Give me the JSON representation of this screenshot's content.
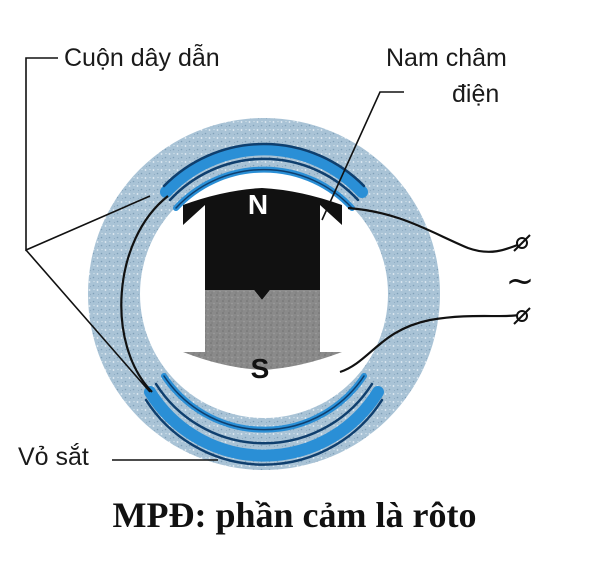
{
  "labels": {
    "coil": "Cuộn dây dẫn",
    "electromagnet_line1": "Nam châm",
    "electromagnet_line2": "điện",
    "shell": "Vỏ sắt",
    "pole_north": "N",
    "pole_south": "S",
    "ac_symbol": "~"
  },
  "caption": "MPĐ: phần cảm là rôto",
  "colors": {
    "shell": "#a9c3d6",
    "coil": "#2a8fd6",
    "magnet_north": "#111111",
    "magnet_south": "#8a8a8a"
  }
}
